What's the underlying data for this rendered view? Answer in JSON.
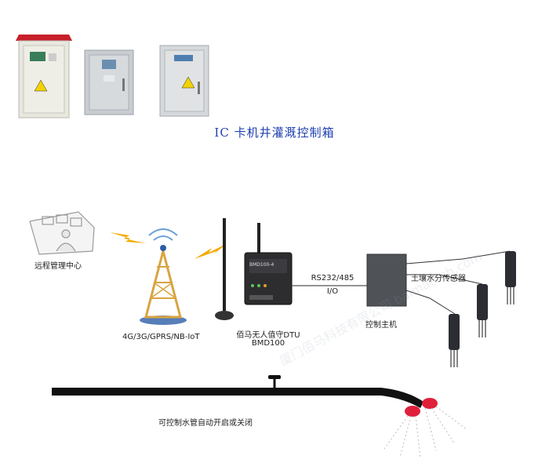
{
  "title": "IC 卡机井灌溉控制箱",
  "labels": {
    "remote_center": "远程管理中心",
    "network": "4G/3G/GPRS/NB-IoT",
    "dtu_line1": "佰马无人值守DTU",
    "dtu_line2": "BMD100",
    "interface_top": "RS232/485",
    "interface_bottom": "I/O",
    "controller": "控制主机",
    "sensor": "土壤水分传感器",
    "pipe": "可控制水管自动开启或关闭",
    "dtu_device_text": "BMD100-4",
    "watermark": "厦门佰马科技有限公司 baimatech.com"
  },
  "colors": {
    "title": "#1f3fb0",
    "lightning": "#f2a900",
    "tower": "#d9a441",
    "cabinet_red": "#c8202a",
    "pipe": "#111111",
    "valve_red": "#e0203a"
  }
}
